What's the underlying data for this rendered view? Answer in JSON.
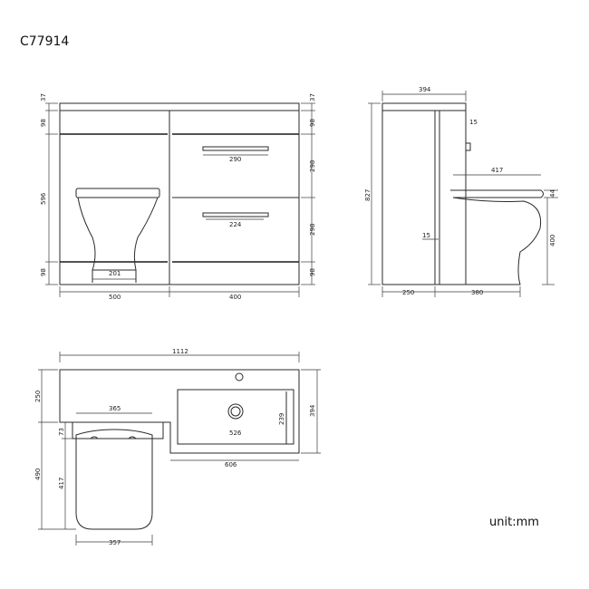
{
  "product_code": "C77914",
  "unit_label": "unit:mm",
  "front_view": {
    "top_thickness": "37",
    "upper_band": "98",
    "middle_height": "596",
    "lower_band": "98",
    "drawer_height_1": "298",
    "drawer_height_2": "298",
    "handle_1_width": "290",
    "handle_2_width": "224",
    "toilet_base_width": "201",
    "left_width": "500",
    "right_width": "400"
  },
  "side_view": {
    "depth": "394",
    "total_height": "827",
    "pan_projection": "417",
    "cistern_gap": "15",
    "seat_thickness": "44",
    "seat_height": "400",
    "back_gap": "15",
    "rear_depth": "250",
    "pan_depth": "380"
  },
  "plan_view": {
    "total_width": "1112",
    "depth_upper": "250",
    "right_depth": "394",
    "pan_seat_width": "365",
    "small_offset": "73",
    "pan_depth": "490",
    "seat_depth": "417",
    "basin_width": "526",
    "basin_depth": "239",
    "unit_right_width": "606",
    "pan_base_width": "357"
  }
}
